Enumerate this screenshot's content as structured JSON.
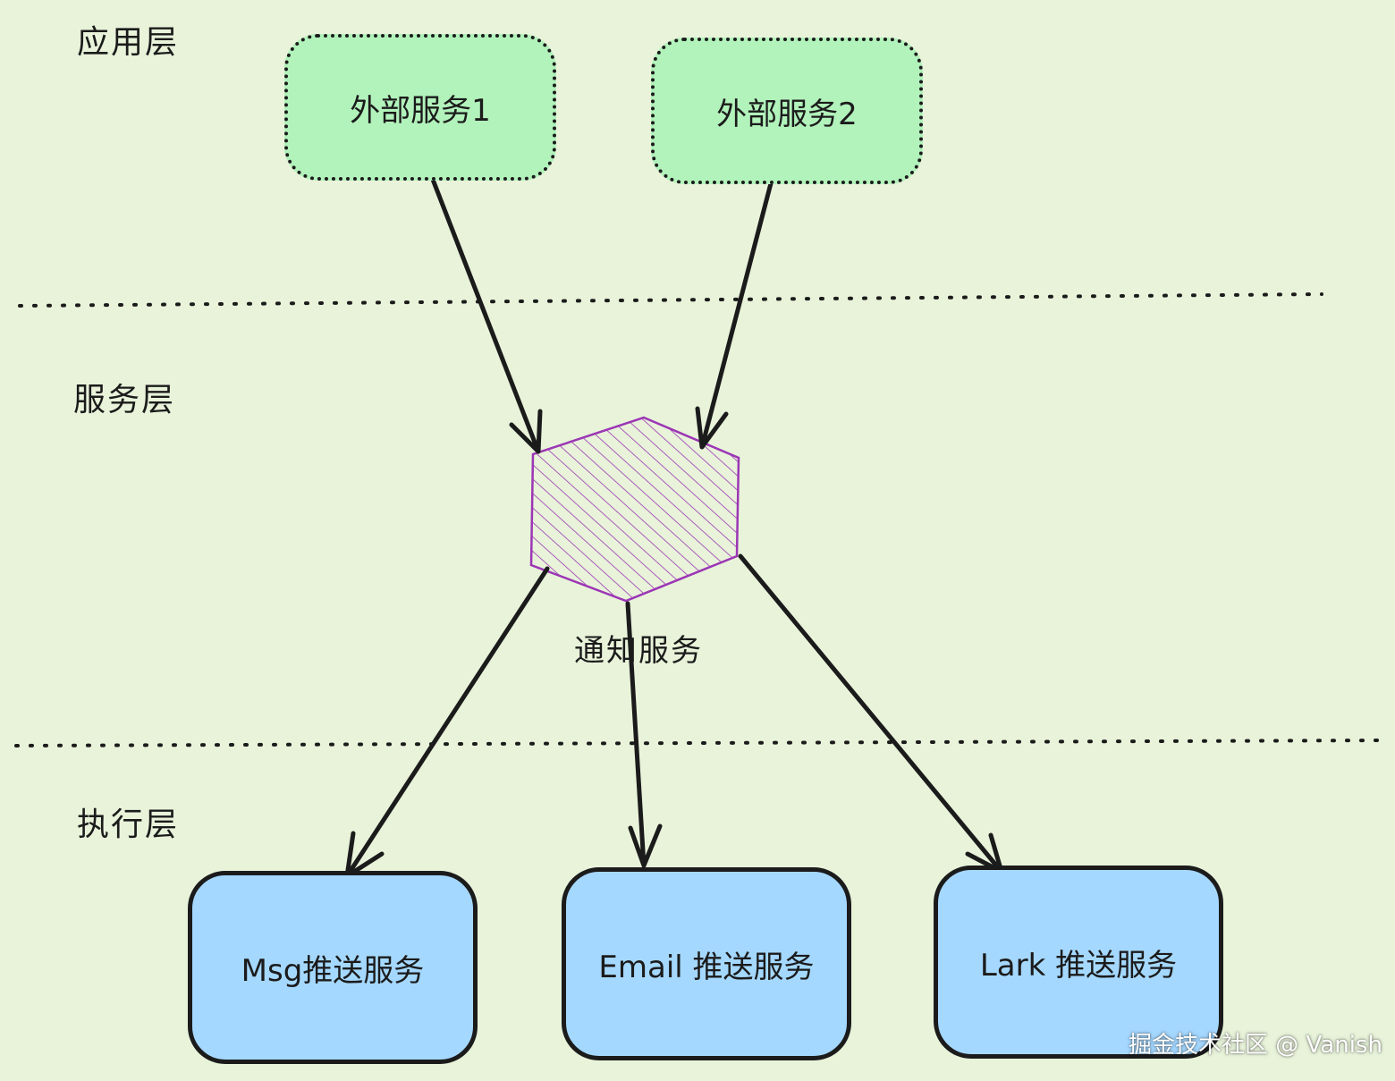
{
  "layers": {
    "app": "应用层",
    "service": "服务层",
    "exec": "执行层"
  },
  "app_services": [
    {
      "label": "外部服务1"
    },
    {
      "label": "外部服务2"
    }
  ],
  "hub": {
    "label": "通知服务"
  },
  "exec_services": [
    {
      "label": "Msg推送服务"
    },
    {
      "label": "Email 推送服务"
    },
    {
      "label": "Lark 推送服务"
    }
  ],
  "watermark": "掘金技术社区 @ Vanish",
  "colors": {
    "background": "#e8f3da",
    "app_fill": "#b2f2bb",
    "exec_fill": "#a5d8ff",
    "hub_stroke": "#9c36b5",
    "ink": "#1b1b1b"
  }
}
